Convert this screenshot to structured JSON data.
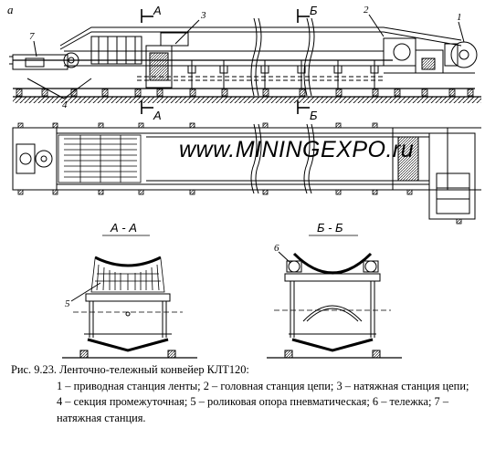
{
  "view_label": "а",
  "watermark": "www.MININGEXPO.ru",
  "section_marks": {
    "a": "А",
    "b": "Б"
  },
  "section_titles": {
    "a": "А - А",
    "b": "Б - Б"
  },
  "callouts": [
    "1",
    "2",
    "3",
    "4",
    "5",
    "6",
    "7"
  ],
  "caption": {
    "line1": "Рис. 9.23. Ленточно-тележный конвейер КЛТ120:",
    "line2": "1 – приводная станция ленты; 2 – головная станция цепи; 3 – натяжная станция цепи;",
    "line3": "4 – секция промежуточная; 5 – роликовая опора пневматическая; 6 – тележка; 7 –",
    "line4": "натяжная станция."
  }
}
